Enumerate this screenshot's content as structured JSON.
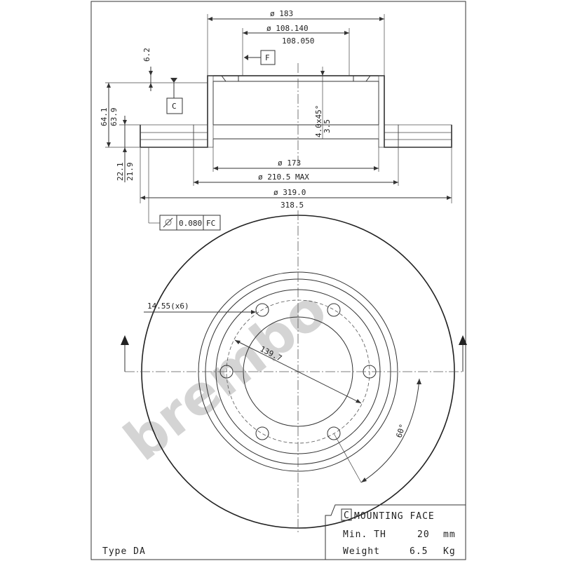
{
  "dimensions": {
    "d_183": "ø 183",
    "d_108_140": "ø 108.140",
    "d_108_050": "108.050",
    "datum_f": "F",
    "h_6_2": "6.2",
    "datum_c": "C",
    "h_64_1": "64.1",
    "h_63_9": "63.9",
    "chamfer": "4.0x45°",
    "h_3_5": "3.5",
    "d_173": "ø 173",
    "d_210_5": "ø 210.5 MAX",
    "h_22_1": "22.1",
    "h_21_9": "21.9",
    "d_319_0": "ø 319.0",
    "d_318_5": "318.5",
    "tolerance_value": "0.080",
    "tolerance_ref": "FC",
    "holes": "14.55(x6)",
    "pcd": "139.7",
    "angle": "60°"
  },
  "info": {
    "mounting_face_letter": "C",
    "mounting_face": "MOUNTING FACE",
    "min_th_label": "Min. TH",
    "min_th_value": "20",
    "min_th_unit": "mm",
    "weight_label": "Weight",
    "weight_value": "6.5",
    "weight_unit": "Kg",
    "type": "Type DA"
  },
  "watermark": "brembo",
  "colors": {
    "line": "#333333",
    "watermark": "#d4d4d4",
    "background": "#ffffff"
  }
}
